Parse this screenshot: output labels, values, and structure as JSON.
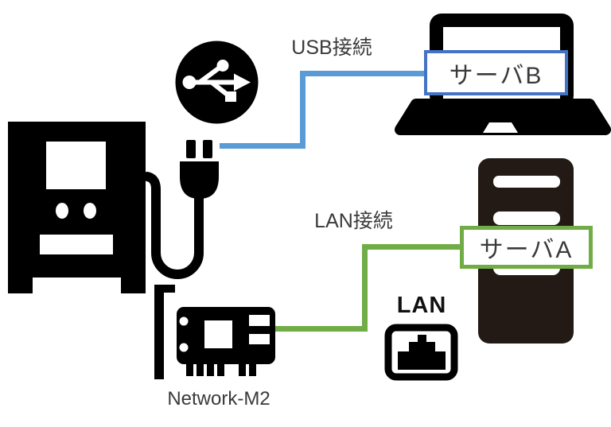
{
  "labels": {
    "usb_connection": "USB接続",
    "lan_connection": "LAN接続",
    "server_b": "サーバB",
    "server_a": "サーバA",
    "lan_port": "LAN",
    "network_card": "Network-M2"
  },
  "colors": {
    "usb_line": "#5B9BD5",
    "usb_box_border": "#4472C4",
    "lan_line": "#70AD47",
    "lan_box_border": "#70AD47",
    "icon_black": "#000000",
    "tower_dark": "#231A15",
    "label_text": "#3A3A3A"
  },
  "icons": {
    "ups": "ups-device-icon",
    "usb": "usb-symbol-icon",
    "plug": "power-plug-icon",
    "laptop": "laptop-icon",
    "tower": "tower-server-icon",
    "card": "network-card-icon",
    "ethernet": "ethernet-port-icon"
  }
}
